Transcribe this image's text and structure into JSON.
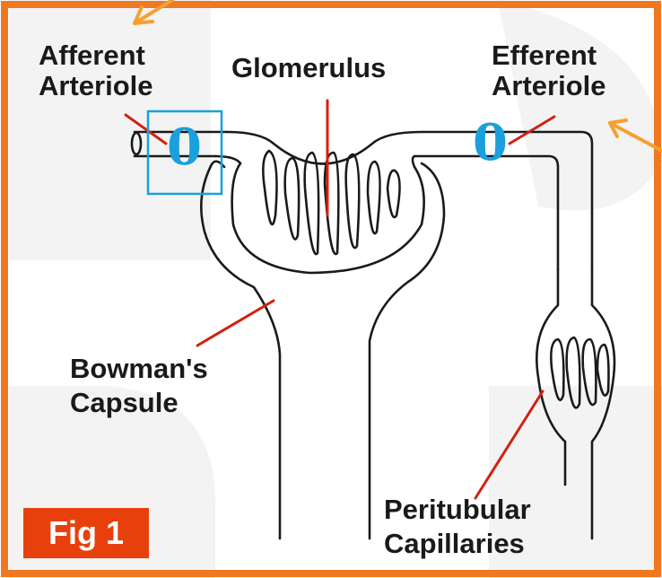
{
  "labels": {
    "afferent_line1": "Afferent",
    "afferent_line2": "Arteriole",
    "glomerulus": "Glomerulus",
    "efferent_line1": "Efferent",
    "efferent_line2": "Arteriole",
    "bowman_line1": "Bowman's",
    "bowman_line2": "Capsule",
    "peritubular_line1": "Peritubular",
    "peritubular_line2": "Capillaries"
  },
  "badge": {
    "text": "Fig 1"
  },
  "markers": {
    "left": "0",
    "right": "0"
  },
  "colors": {
    "frame": "#f07820",
    "leader": "#d42010",
    "arrow": "#f5a030",
    "marker": "#1aa0dc",
    "badge": "#e8400c",
    "line": "#1a1a1a",
    "watermark": "#f2f2f2"
  }
}
